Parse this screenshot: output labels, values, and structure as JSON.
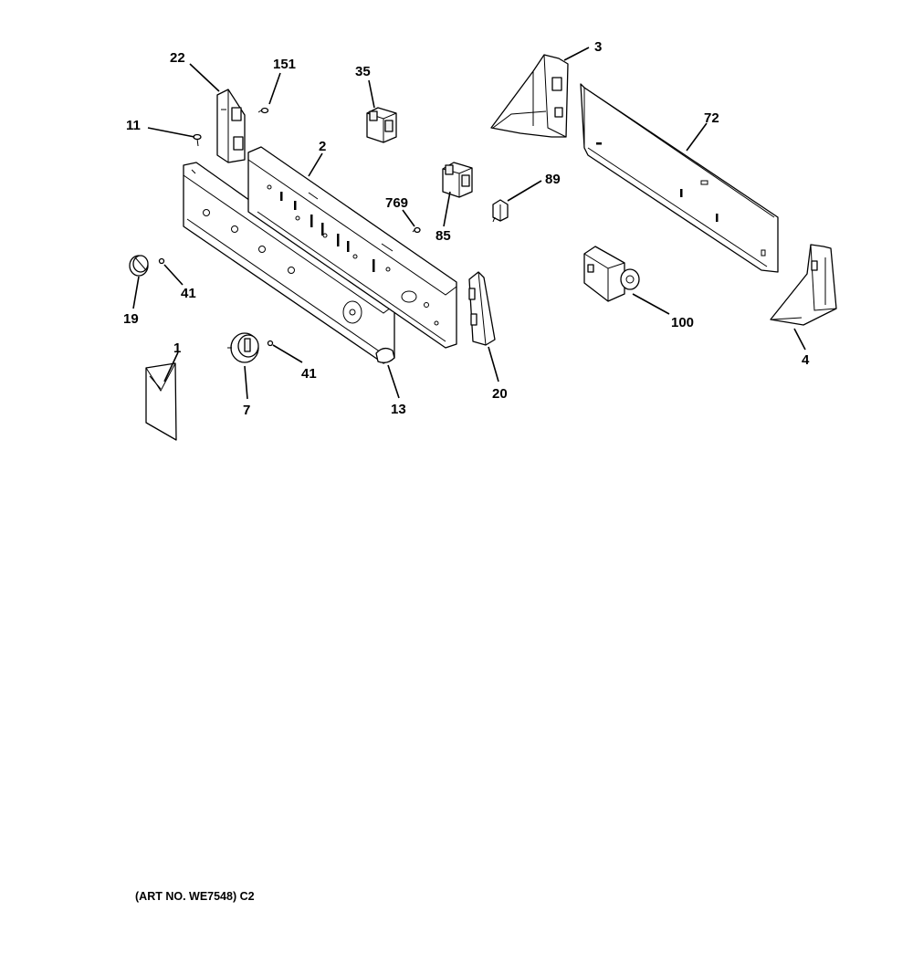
{
  "callouts": {
    "c1": "1",
    "c2": "2",
    "c3": "3",
    "c4": "4",
    "c7": "7",
    "c11": "11",
    "c13": "13",
    "c19": "19",
    "c20": "20",
    "c22": "22",
    "c35": "35",
    "c41a": "41",
    "c41b": "41",
    "c72": "72",
    "c85": "85",
    "c89": "89",
    "c100": "100",
    "c151": "151",
    "c769": "769"
  },
  "art_number": "(ART NO. WE7548) C2"
}
